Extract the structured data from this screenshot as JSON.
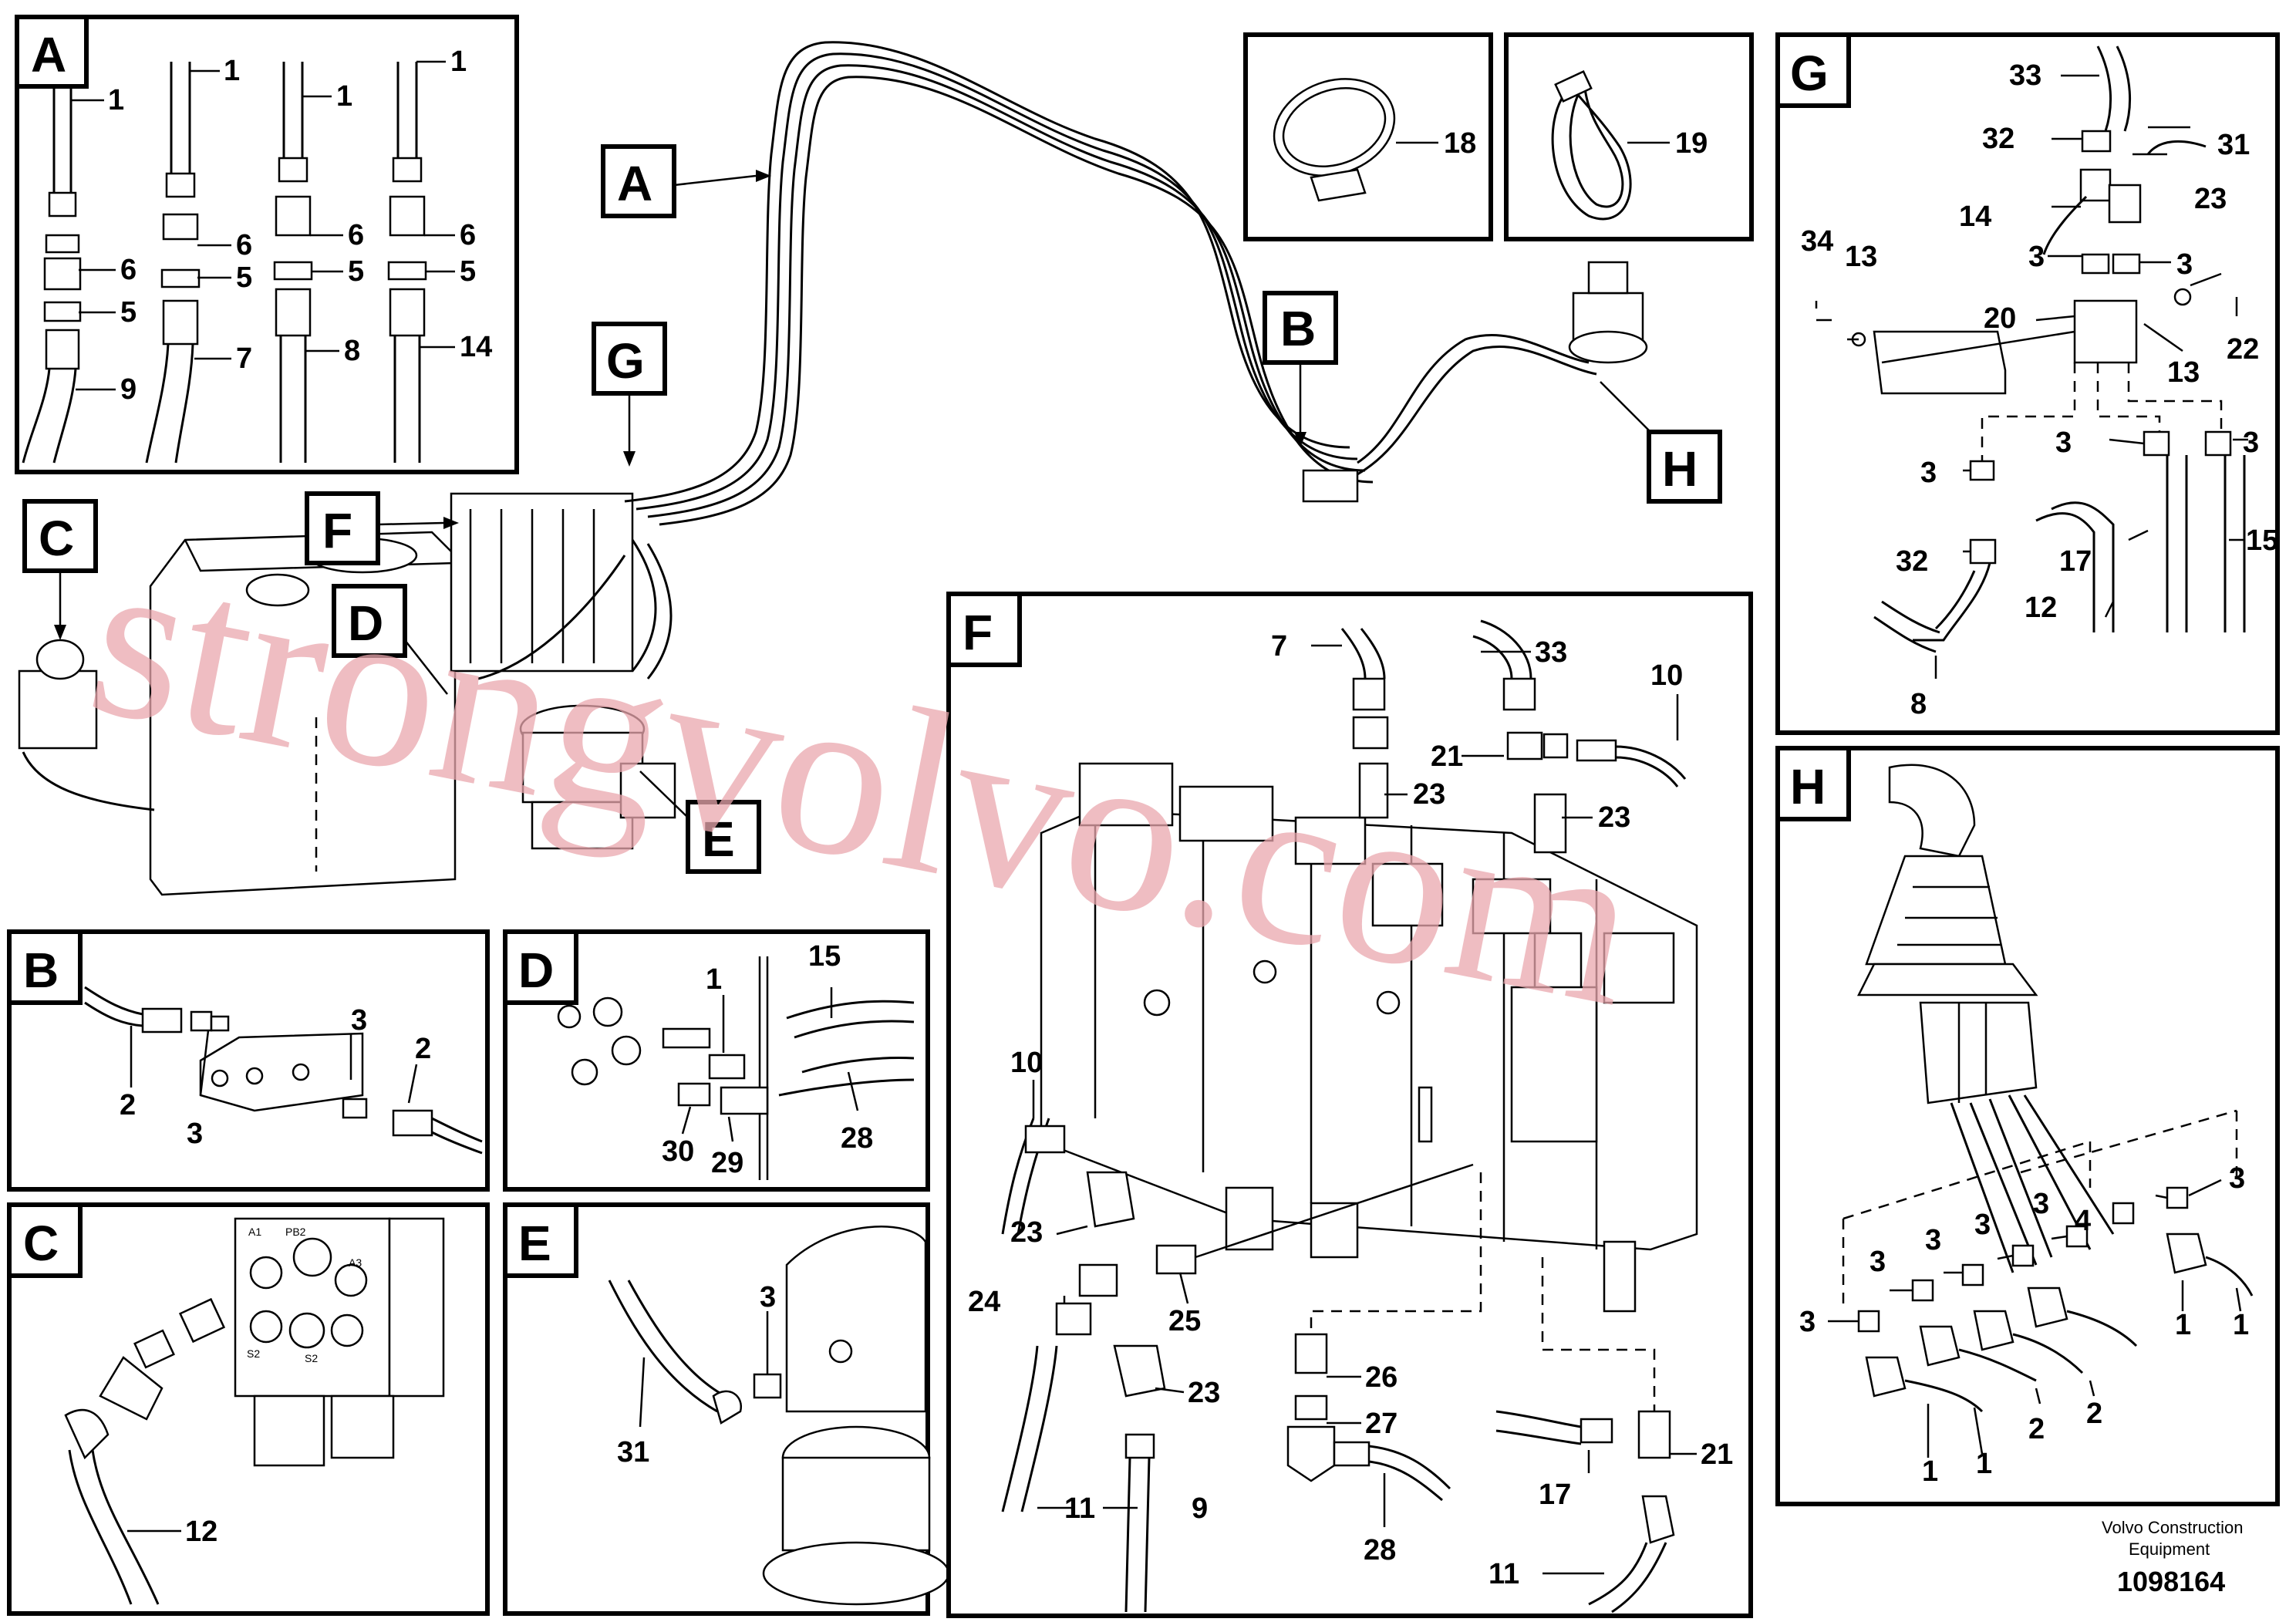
{
  "tags": {
    "A": "A",
    "B": "B",
    "C": "C",
    "D": "D",
    "E": "E",
    "F": "F",
    "G": "G",
    "H": "H"
  },
  "numbers": {
    "n1": "1",
    "n2": "2",
    "n3": "3",
    "n4": "4",
    "n5": "5",
    "n6": "6",
    "n7": "7",
    "n8": "8",
    "n9": "9",
    "n10": "10",
    "n11": "11",
    "n12": "12",
    "n13": "13",
    "n14": "14",
    "n15": "15",
    "n17": "17",
    "n18": "18",
    "n19": "19",
    "n20": "20",
    "n21": "21",
    "n22": "22",
    "n23": "23",
    "n24": "24",
    "n25": "25",
    "n26": "26",
    "n27": "27",
    "n28": "28",
    "n29": "29",
    "n30": "30",
    "n31": "31",
    "n32": "32",
    "n33": "33",
    "n34": "34"
  },
  "watermark": "strongvolvo.com",
  "footer": {
    "line1": "Volvo Construction",
    "line2": "Equipment",
    "number": "1098164"
  }
}
